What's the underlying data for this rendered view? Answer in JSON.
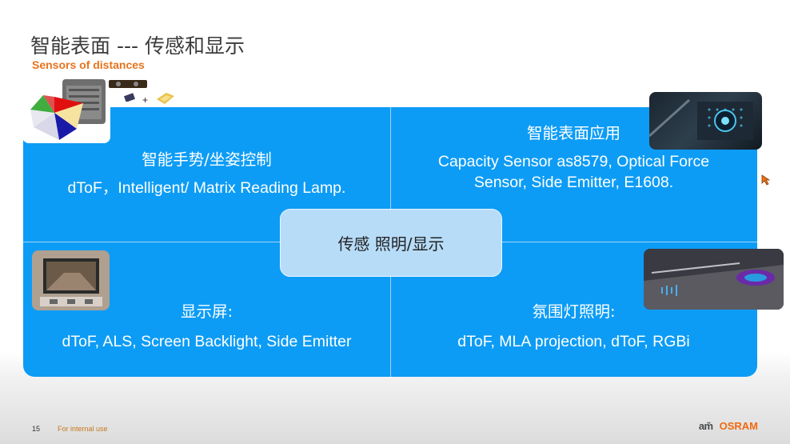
{
  "slide": {
    "title": "智能表面 --- 传感和显示",
    "subtitle": "Sensors of distances",
    "center_label": "传感 照明/显示"
  },
  "quadrants": {
    "top_left": {
      "heading": "智能手势/坐姿控制",
      "body": "dToF，Intelligent/ Matrix Reading Lamp."
    },
    "top_right": {
      "heading": "智能表面应用",
      "body_line1": "Capacity Sensor as8579, Optical Force",
      "body_line2": "Sensor, Side Emitter, E1608."
    },
    "bottom_left": {
      "heading": "显示屏:",
      "body": "dToF, ALS, Screen Backlight, Side Emitter"
    },
    "bottom_right": {
      "heading": "氛围灯照明:",
      "body": "dToF, MLA projection, dToF, RGBi"
    }
  },
  "footer": {
    "page_number": "15",
    "classification": "For internal use",
    "logo_ams": "am̆",
    "logo_osram": "OSRAM"
  },
  "colors": {
    "panel_blue": "#0d9cf5",
    "accent_orange": "#e8731c",
    "center_box": "#b7dcf8"
  }
}
